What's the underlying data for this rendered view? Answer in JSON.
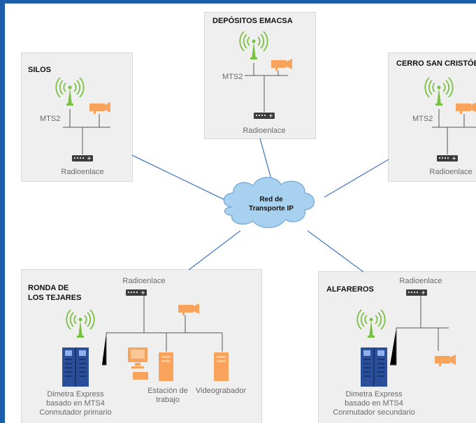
{
  "colors": {
    "frame_border": "#1b5faa",
    "box_fill": "#efefef",
    "link_line": "#4a7cc0",
    "cloud_fill": "#a8d1f0",
    "cloud_stroke": "#6fa6d6",
    "antenna_green": "#7ac143",
    "camera_orange": "#f7a35c",
    "server_blue": "#2a4f9a",
    "computer_orange": "#f7a35c"
  },
  "network": {
    "cloud_line1": "Red de",
    "cloud_line2": "Transporte IP"
  },
  "sites": {
    "depositos": {
      "title": "DEPÓSITOS EMACSA",
      "mts_label": "MTS2",
      "radio_label": "Radioenlace"
    },
    "silos": {
      "title": "SILOS",
      "mts_label": "MTS2",
      "radio_label": "Radioenlace"
    },
    "cerro": {
      "title": "CERRO SAN CRISTÓBAL",
      "mts_label": "MTS2",
      "radio_label": "Radioenlace"
    },
    "ronda": {
      "title_line1": "RONDA DE",
      "title_line2": "LOS TEJARES",
      "radio_label": "Radioenlace",
      "server_line1": "Dimetra Express",
      "server_line2": "basado en MTS4",
      "server_line3": "Conmutador primario",
      "workstation_line1": "Estación de",
      "workstation_line2": "trabajo",
      "recorder_label": "Videograbador"
    },
    "alfareros": {
      "title": "ALFAREROS",
      "radio_label": "Radioenlace",
      "server_line1": "Dimetra Express",
      "server_line2": "basado en MTS4",
      "server_line3": "Conmutador secundario"
    }
  },
  "icons": [
    "antenna-tower-icon",
    "video-camera-icon",
    "radio-link-device-icon",
    "server-rack-icon",
    "desktop-computer-icon",
    "tower-pc-icon",
    "network-cloud-icon"
  ]
}
